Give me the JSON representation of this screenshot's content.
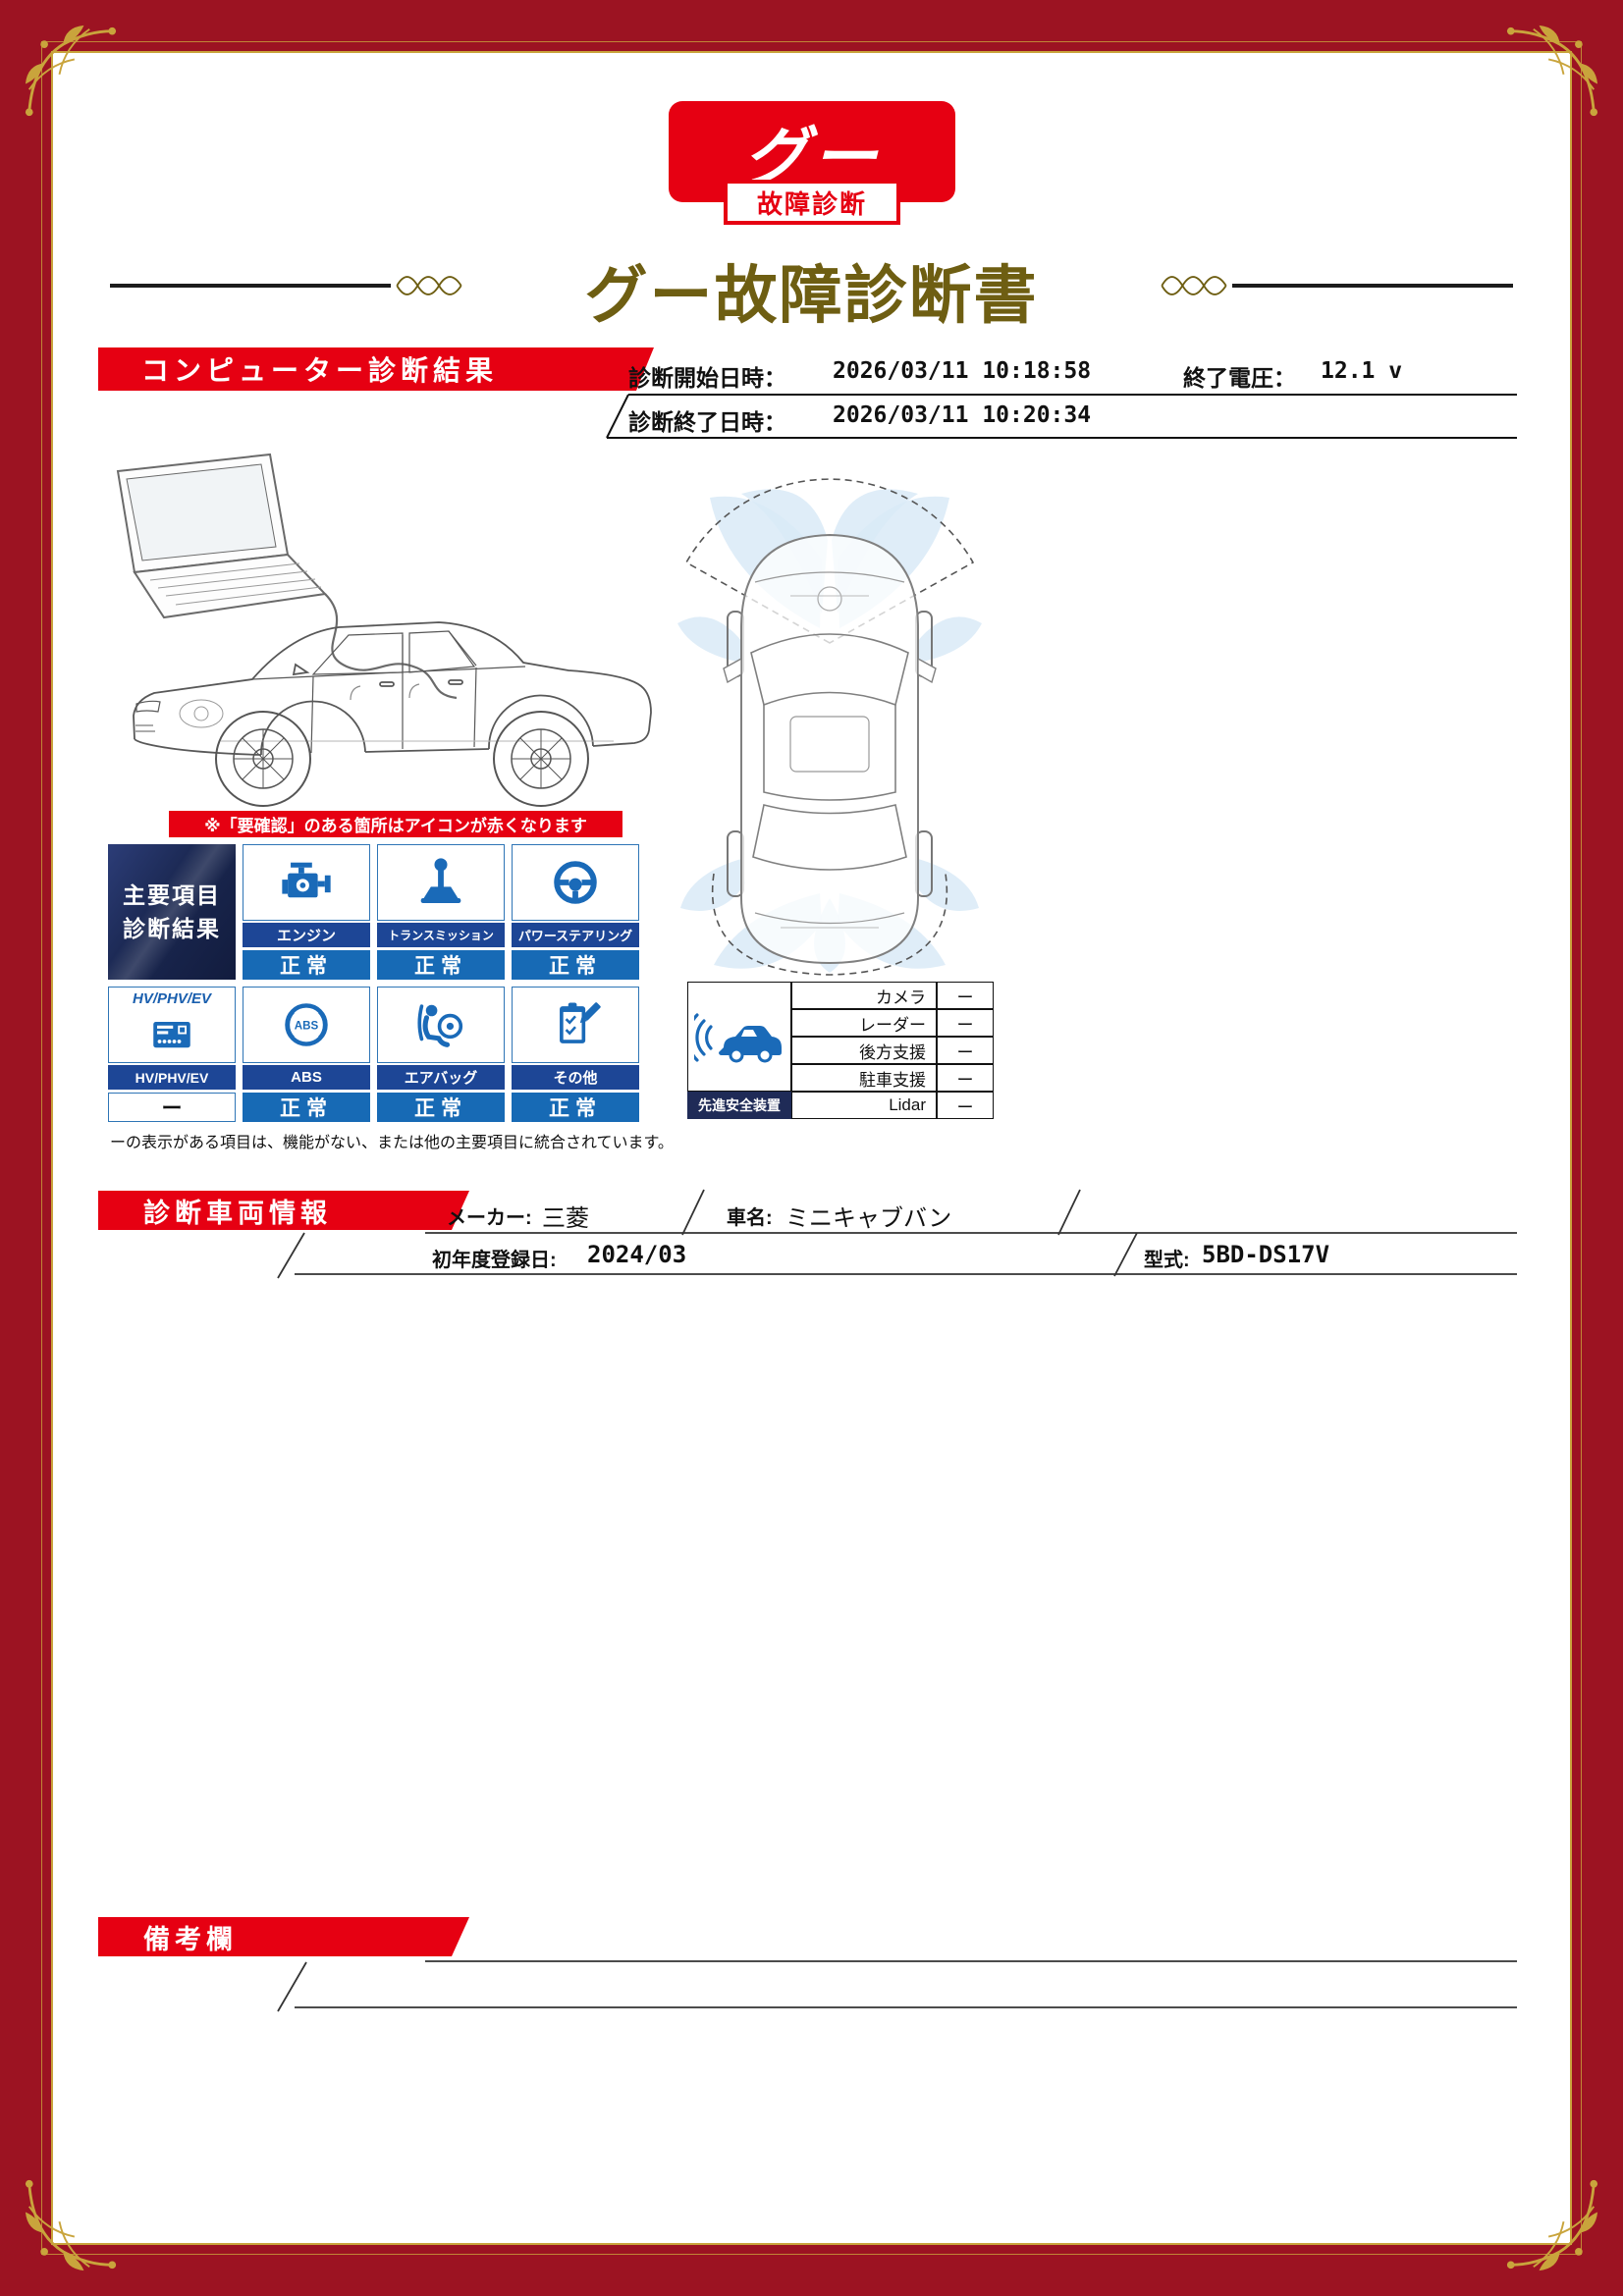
{
  "colors": {
    "frame_red": "#9c1322",
    "accent_red": "#e60012",
    "gold": "#c9a43c",
    "title_gold": "#6e5e12",
    "icon_blue": "#1a6ab8",
    "label_blue": "#1d4696",
    "status_blue": "#176ab5",
    "navy": "#1f2b57",
    "sensor_blue": "#d9eaf7"
  },
  "logo": {
    "main": "グー",
    "sub": "故障診断"
  },
  "title": "グー故障診断書",
  "diagnosis": {
    "banner": "コンピューター診断結果",
    "start_label": "診断開始日時：",
    "start_value": "2026/03/11 10:18:58",
    "voltage_label": "終了電圧：",
    "voltage_value": "12.1 v",
    "end_label": "診断終了日時：",
    "end_value": "2026/03/11 10:20:34"
  },
  "note_red": "※「要確認」のある箇所はアイコンが赤くなります",
  "main_results": {
    "header_line1": "主要項目",
    "header_line2": "診断結果",
    "items": [
      {
        "icon": "engine-icon",
        "label": "エンジン",
        "status": "正常"
      },
      {
        "icon": "transmission-icon",
        "label": "トランスミッション",
        "status": "正常"
      },
      {
        "icon": "power-steering-icon",
        "label": "パワーステアリング",
        "status": "正常"
      },
      {
        "icon": "hv-phv-ev-icon",
        "title": "HV/PHV/EV",
        "label": "HV/PHV/EV",
        "status": "ー"
      },
      {
        "icon": "abs-icon",
        "label": "ABS",
        "status": "正常"
      },
      {
        "icon": "airbag-icon",
        "label": "エアバッグ",
        "status": "正常"
      },
      {
        "icon": "other-icon",
        "label": "その他",
        "status": "正常"
      }
    ],
    "footnote": "ーの表示がある項目は、機能がない、または他の主要項目に統合されています。"
  },
  "safety": {
    "label": "先進安全装置",
    "rows": [
      {
        "name": "カメラ",
        "value": "ー"
      },
      {
        "name": "レーダー",
        "value": "ー"
      },
      {
        "name": "後方支援",
        "value": "ー"
      },
      {
        "name": "駐車支援",
        "value": "ー"
      },
      {
        "name": "Lidar",
        "value": "ー"
      }
    ]
  },
  "vehicle": {
    "banner": "診断車両情報",
    "maker_label": "メーカー:",
    "maker_value": "三菱",
    "car_label": "車名:",
    "car_value": "ミニキャブバン",
    "reg_label": "初年度登録日:",
    "reg_value": "2024/03",
    "model_label": "型式:",
    "model_value": "5BD-DS17V"
  },
  "remarks": {
    "banner": "備考欄"
  }
}
